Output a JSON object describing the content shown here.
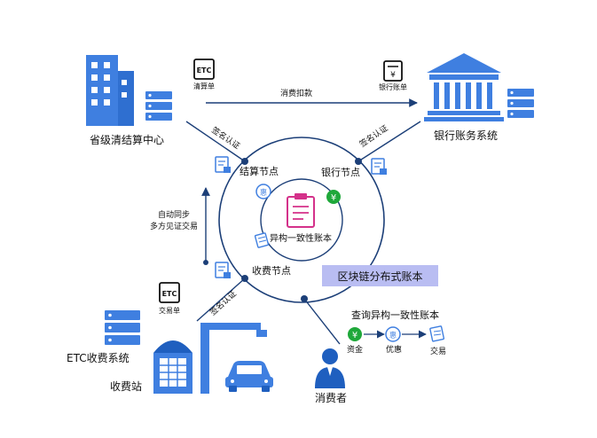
{
  "labels": {
    "clearing_center": "省级清结算中心",
    "bank_system": "银行账务系统",
    "etc_system": "ETC收费系统",
    "toll_station": "收费站",
    "consumer": "消费者",
    "settlement_node": "结算节点",
    "bank_node": "银行节点",
    "toll_node": "收费节点",
    "ledger_center": "异构一致性账本",
    "blockchain_ledger": "区块链分布式账本",
    "query_title": "查询异构一致性账本"
  },
  "edges": {
    "deduct": "消费扣款",
    "sign_top_left": "签名认证",
    "sign_top_right": "签名认证",
    "sign_bottom_left": "签名认证",
    "sync_line1": "自动同步",
    "sync_line2": "多方见证交易"
  },
  "docs": {
    "clearing_doc": "清算单",
    "bank_doc": "银行账单",
    "trade_doc": "交易单",
    "etc_text": "ETC"
  },
  "flow": {
    "funds": "资金",
    "discount": "优惠",
    "trade": "交易"
  },
  "glyphs": {
    "yen": "¥",
    "hui": "惠"
  },
  "colors": {
    "blue": "#3f7fe0",
    "blue_dark": "#1f5fbf",
    "navy": "#1c3f78",
    "green": "#1fa83a",
    "pink": "#d4318a",
    "ledger_box": "#b9bdf2"
  }
}
